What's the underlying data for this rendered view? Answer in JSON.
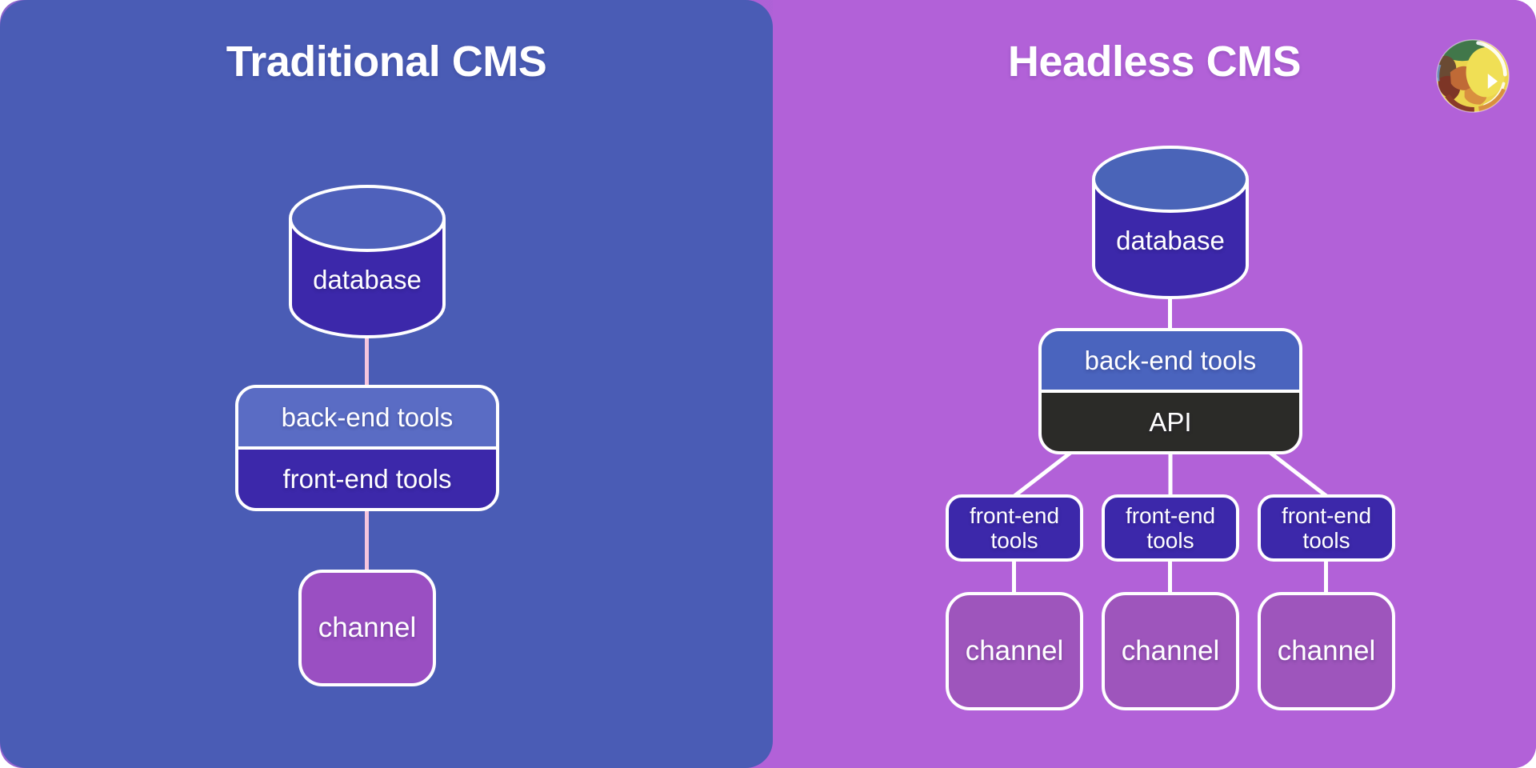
{
  "left": {
    "title": "Traditional CMS",
    "database_label": "database",
    "backend_label": "back-end tools",
    "frontend_label": "front-end tools",
    "channel_label": "channel",
    "colors": {
      "panel_bg": "#4a5cb5",
      "cylinder_body": "#3c28aa",
      "cylinder_top": "#4f61bb",
      "backend_bg": "#5a6cc4",
      "frontend_bg": "#3c28aa",
      "channel_bg": "#9a4fc2",
      "connector": "#f6c5dd",
      "text": "#ffffff"
    }
  },
  "right": {
    "title": "Headless CMS",
    "database_label": "database",
    "backend_label": "back-end tools",
    "api_label": "API",
    "frontends": [
      {
        "label": "front-end tools"
      },
      {
        "label": "front-end tools"
      },
      {
        "label": "front-end tools"
      }
    ],
    "channels": [
      {
        "label": "channel"
      },
      {
        "label": "channel"
      },
      {
        "label": "channel"
      }
    ],
    "colors": {
      "panel_bg": "#b261d8",
      "cylinder_body": "#3c28aa",
      "cylinder_top": "#4a64b8",
      "backend_bg": "#4a64be",
      "api_bg": "#2b2b28",
      "frontend_bg": "#3c28aa",
      "channel_bg": "#9e55bc",
      "connector": "#ffffff",
      "text": "#ffffff"
    }
  },
  "logo": {
    "name": "glass-marble-logo",
    "colors": {
      "green": "#41774a",
      "yellow": "#ecd44d",
      "bright_yellow": "#f0df55",
      "orange": "#d98f3f",
      "rust": "#c06a36",
      "maroon": "#7d3526",
      "brown": "#6a4a33",
      "dark_red": "#8a3a28",
      "highlight": "#ffffff"
    }
  },
  "background": {
    "corner_purple": "#8a64cc"
  }
}
